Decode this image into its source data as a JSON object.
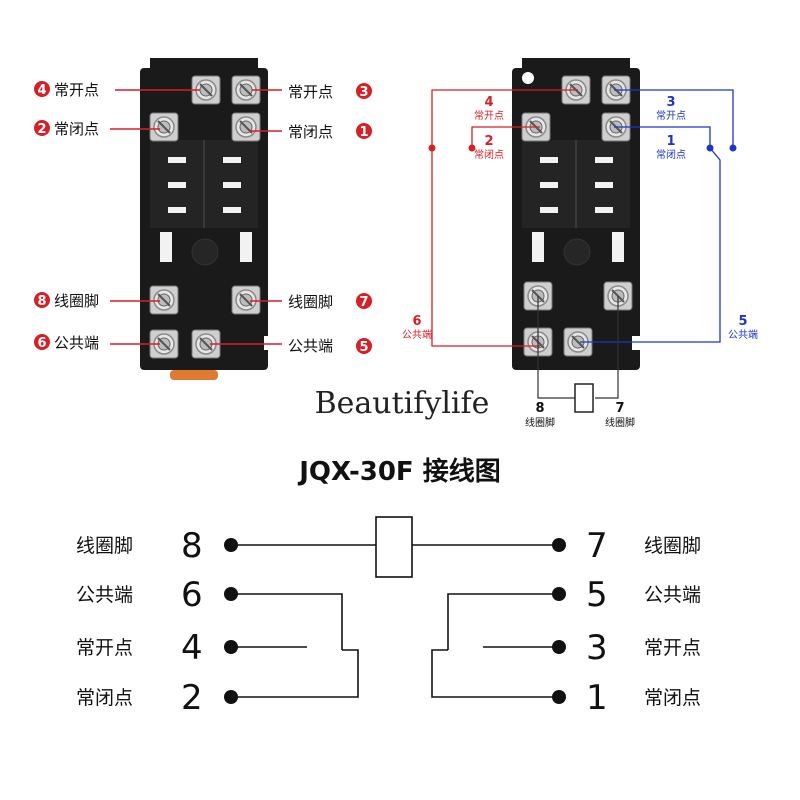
{
  "colors": {
    "red": "#d61f26",
    "blue": "#1f35c8",
    "dark": "#111111",
    "base": "#1a1a1a"
  },
  "photo_left": {
    "t4": {
      "num": "4",
      "label": "常开点"
    },
    "t3": {
      "num": "3",
      "label": "常开点"
    },
    "t2": {
      "num": "2",
      "label": "常闭点"
    },
    "t1": {
      "num": "1",
      "label": "常闭点"
    },
    "t8": {
      "num": "8",
      "label": "线圈脚"
    },
    "t7": {
      "num": "7",
      "label": "线圈脚"
    },
    "t6": {
      "num": "6",
      "label": "公共端"
    },
    "t5": {
      "num": "5",
      "label": "公共端"
    }
  },
  "photo_right": {
    "t4": {
      "num": "4",
      "label": "常开点"
    },
    "t3": {
      "num": "3",
      "label": "常开点"
    },
    "t2": {
      "num": "2",
      "label": "常闭点"
    },
    "t1": {
      "num": "1",
      "label": "常闭点"
    },
    "t6": {
      "num": "6",
      "label": "公共端"
    },
    "t5": {
      "num": "5",
      "label": "公共端"
    },
    "t8": {
      "num": "8",
      "label": "线圈脚"
    },
    "t7": {
      "num": "7",
      "label": "线圈脚"
    }
  },
  "brand": "Beautifylife",
  "title": "JQX-30F 接线图",
  "schematic": {
    "r8": {
      "label": "线圈脚",
      "num": "8"
    },
    "r6": {
      "label": "公共端",
      "num": "6"
    },
    "r4": {
      "label": "常开点",
      "num": "4"
    },
    "r2": {
      "label": "常闭点",
      "num": "2"
    },
    "r7": {
      "label": "线圈脚",
      "num": "7"
    },
    "r5": {
      "label": "公共端",
      "num": "5"
    },
    "r3": {
      "label": "常开点",
      "num": "3"
    },
    "r1": {
      "label": "常闭点",
      "num": "1"
    }
  }
}
